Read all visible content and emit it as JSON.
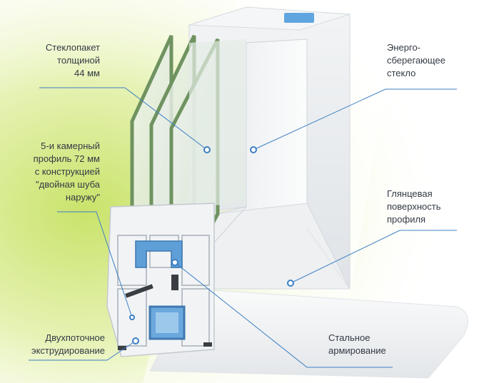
{
  "colors": {
    "background_gradient": [
      "#ffffff",
      "#eef7c9",
      "#c9e36a"
    ],
    "frame_white": "#f6f7f8",
    "frame_shadow": "#d9dde2",
    "glass_green": "#7fa26a",
    "reinforcement_blue": "#5f9fd8",
    "leader_line": "#3d7fc4",
    "label_text": "#333a44"
  },
  "labels": {
    "glass_unit": {
      "lines": [
        "Стеклопакет",
        "толщиной",
        "44 мм"
      ]
    },
    "profile": {
      "lines": [
        "5-и камерный",
        "профиль 72 мм",
        "с конструкцией",
        "\"двойная шуба",
        "наружу\""
      ]
    },
    "coextrusion": {
      "lines": [
        "Двухпоточное",
        "экструдирование"
      ]
    },
    "energy_glass": {
      "lines": [
        "Энерго-",
        "сберегающее",
        "стекло"
      ]
    },
    "glossy_surface": {
      "lines": [
        "Глянцевая",
        "поверхность",
        "профиля"
      ]
    },
    "steel_reinforcement": {
      "lines": [
        "Стальное",
        "армирование"
      ]
    }
  }
}
